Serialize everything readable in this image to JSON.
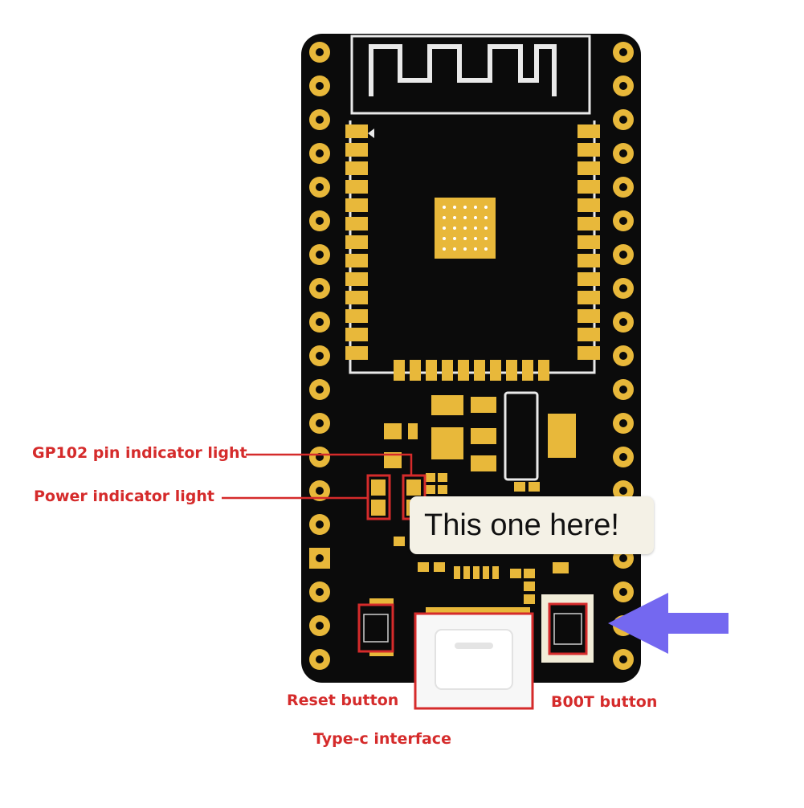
{
  "labels": {
    "gp102": "GP102 pin indicator light",
    "power": "Power indicator light",
    "reset": "Reset button",
    "boot": "B00T button",
    "typec": "Type-c interface"
  },
  "tooltip": {
    "text": "This one here!"
  },
  "colors": {
    "board": "#0b0b0b",
    "gold": "#e8b83a",
    "annotation": "#d52b2b",
    "arrow": "#7468f0",
    "tooltip_bg": "#f4f1e6",
    "highlight": "#f1ecd8"
  }
}
